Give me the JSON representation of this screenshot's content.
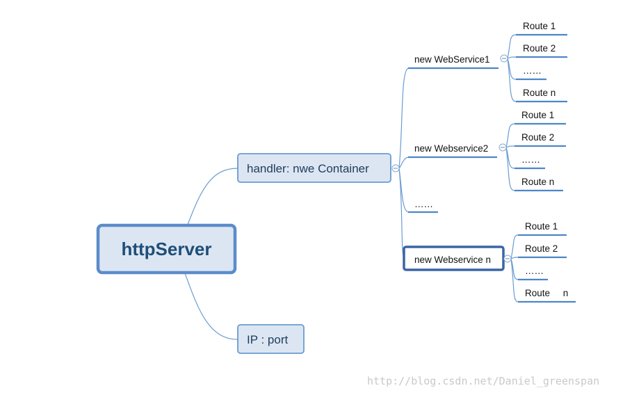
{
  "root": {
    "label": "httpServer"
  },
  "handler": {
    "label": "handler:  nwe Container"
  },
  "ipport": {
    "label": "IP : port"
  },
  "services": [
    {
      "label": "new WebService1",
      "routes": [
        "Route  1",
        "Route  2",
        "……",
        "Route   n"
      ]
    },
    {
      "label": "new Webservice2",
      "routes": [
        "Route  1",
        "Route  2",
        "……",
        "Route n"
      ]
    },
    {
      "label": "……",
      "routes": []
    },
    {
      "label": "new Webservice n",
      "routes": [
        "Route 1",
        "Route 2",
        "……",
        "Route     n"
      ]
    }
  ],
  "watermark": "http://blog.csdn.net/Daniel_greenspan",
  "colors": {
    "line": "#6a9bd1",
    "box_fill": "#dce6f2",
    "selected_border": "#3b65a6",
    "title_text": "#1f4e79"
  }
}
